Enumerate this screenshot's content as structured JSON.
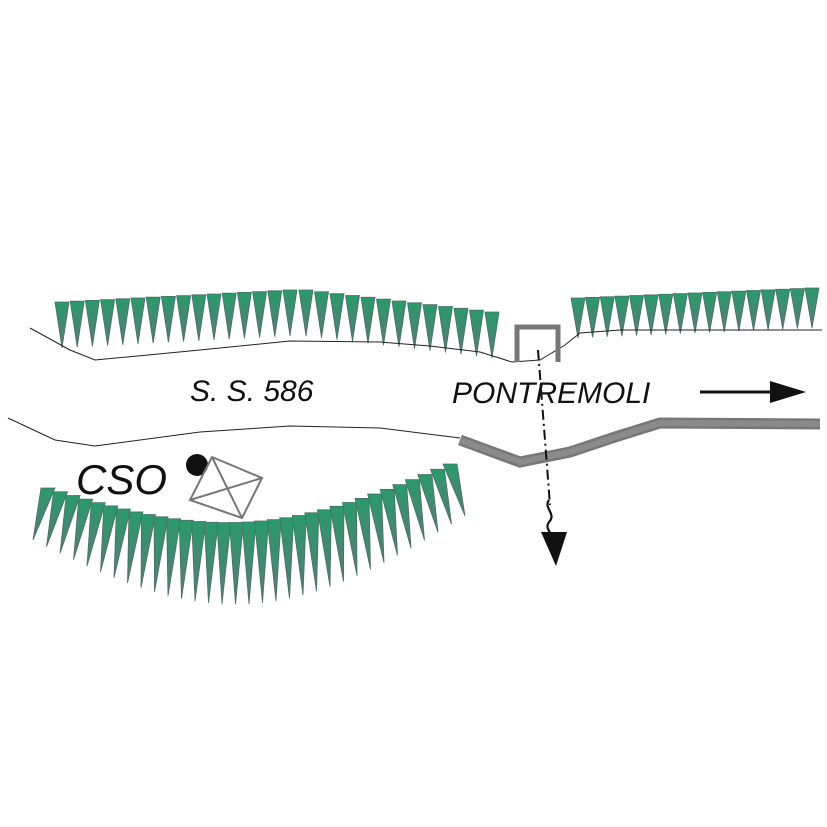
{
  "labels": {
    "road": "S. S. 586",
    "town": "PONTREMOLI",
    "station": "CSO"
  },
  "colors": {
    "hachure_green": "#2a9a6a",
    "hachure_gray": "#5a7a78",
    "structure_gray": "#777777",
    "line_dark": "#111111",
    "road_edge": "#222222"
  },
  "icons": {
    "station_marker": "filled-circle",
    "instrument": "square-with-diagonals",
    "direction": "arrow-right",
    "flow": "arrow-down"
  }
}
